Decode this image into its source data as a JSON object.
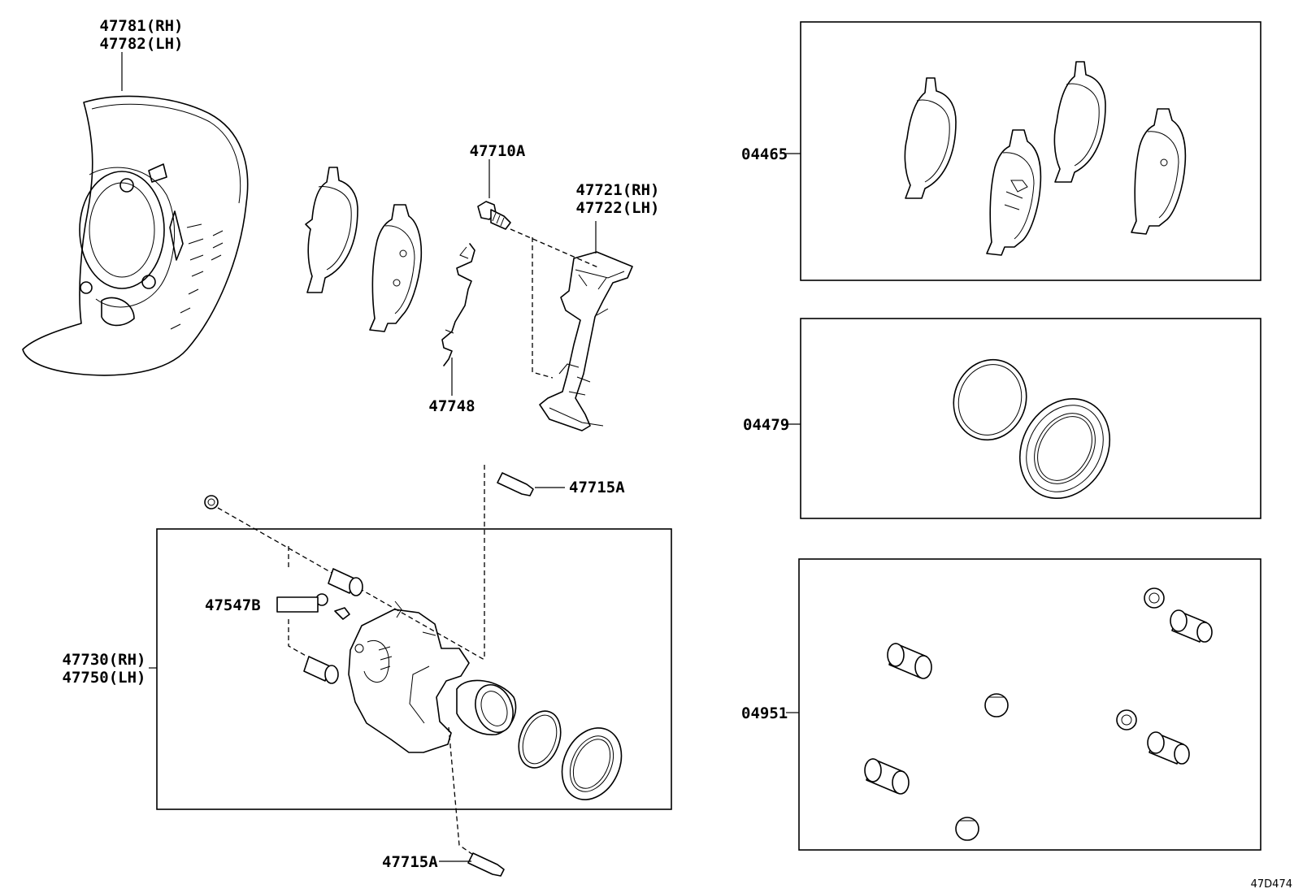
{
  "diagram_id": "47D474",
  "callouts": {
    "dust_cover": [
      "47781(RH)",
      "47782(LH)"
    ],
    "bolt": "47710A",
    "mounting": [
      "47721(RH)",
      "47722(LH)"
    ],
    "anti_squeal_spring": "47748",
    "slide_pin_top": "47715A",
    "slide_pin_bottom": "47715A",
    "bleeder_plug": "47547B",
    "cylinder_assy": [
      "47730(RH)",
      "47750(LH)"
    ],
    "pad_kit": "04465",
    "cylinder_kit": "04479",
    "caliper_boot_kit": "04951"
  }
}
